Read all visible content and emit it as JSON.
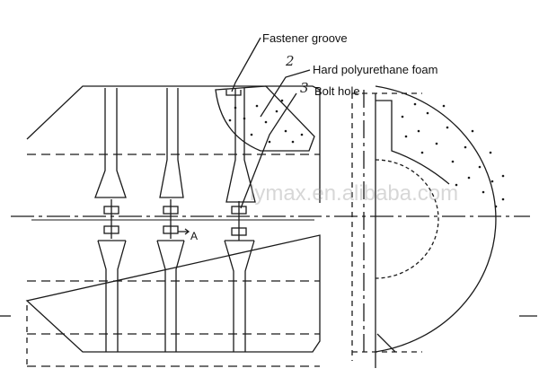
{
  "labels": {
    "fastener_groove": "Fastener groove",
    "hard_polyurethane_foam": "Hard polyurethane foam",
    "bolt_hole": "Bolt hole"
  },
  "callout_numbers": {
    "two": "2",
    "three": "3"
  },
  "section_mark": "A",
  "watermark": "lymax.en.alibaba.com",
  "colors": {
    "line": "#1a1a1a",
    "background": "#ffffff",
    "watermark": "#969696"
  }
}
